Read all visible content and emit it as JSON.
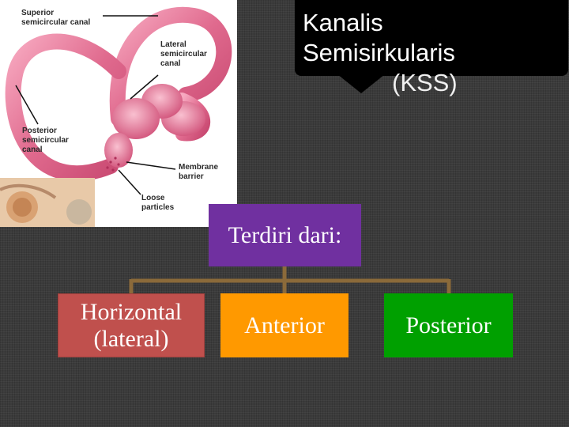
{
  "figure": {
    "labels": {
      "superior": "Superior\nsemicircular canal",
      "lateral": "Lateral\nsemicircular\ncanal",
      "posterior": "Posterior\nsemicircular\ncanal",
      "membrane": "Membrane\nbarrier",
      "loose": "Loose\nparticles"
    }
  },
  "callout": {
    "line1": "Kanalis",
    "line2": "Semisirkularis",
    "line3": "(KSS)"
  },
  "hierarchy": {
    "root": "Terdiri dari:",
    "children": [
      {
        "line1": "Horizontal",
        "line2": "(lateral)"
      },
      {
        "label": "Anterior"
      },
      {
        "label": "Posterior"
      }
    ]
  },
  "colors": {
    "root": "#7030a0",
    "horizontal": "#c0504d",
    "anterior": "#ff9900",
    "posterior": "#00a000",
    "connector": "#8b6a3a"
  }
}
